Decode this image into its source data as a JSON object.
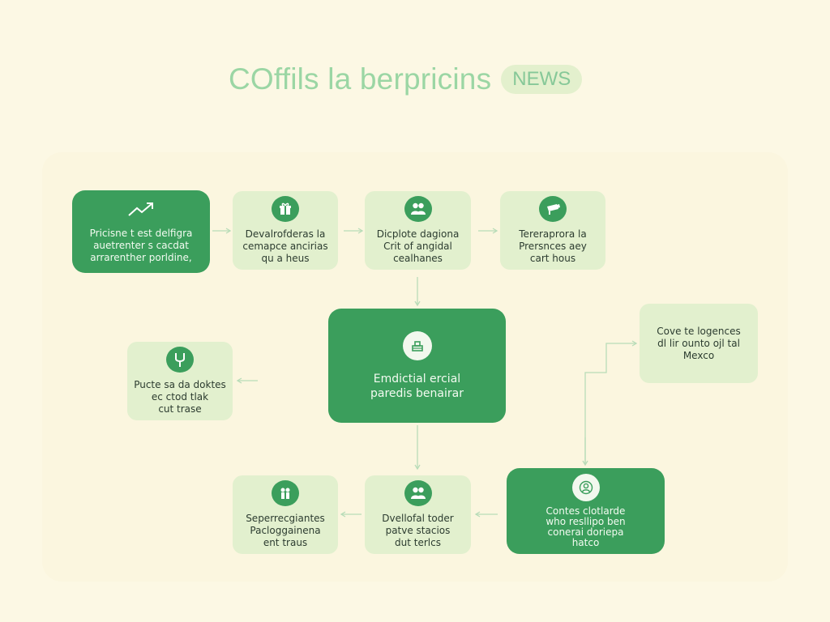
{
  "title": {
    "text": "COffils la berpricins",
    "badge": "NEWS"
  },
  "colors": {
    "dark_node": "#3b9e5c",
    "light_node": "#e2f0ce",
    "background": "#fcf8e4",
    "title": "#9bd6a4",
    "connector": "#b8dcb8"
  },
  "nodes": {
    "n1": {
      "icon": "trending-up-icon",
      "lines": [
        "Pricisne t est delfigra",
        "auetrenter s cacdat",
        "arrarenther porldine,"
      ]
    },
    "n2": {
      "icon": "gift-icon",
      "lines": [
        "Devalrofderas la",
        "cemapce ancirias",
        "qu a heus"
      ]
    },
    "n3": {
      "icon": "people-icon",
      "lines": [
        "Dicplote dagiona",
        "Crit of angidal",
        "cealhanes"
      ]
    },
    "n4": {
      "icon": "camera-icon",
      "lines": [
        "Tereraprora la",
        "Prersnces aey",
        "cart hous"
      ]
    },
    "n5": {
      "icon": "box-icon",
      "lines": [
        "Emdictial ercial",
        "paredis benairar"
      ]
    },
    "n6": {
      "icon": "tuning-fork-icon",
      "lines": [
        "Pucte sa da doktes",
        "ec ctod tlak",
        "cut trase"
      ]
    },
    "n7": {
      "lines": [
        "Cove te logences",
        "dl lir ounto ojl tal",
        "Mexco"
      ]
    },
    "n8": {
      "icon": "gift-people-icon",
      "lines": [
        "Seperrecgiantes",
        "Pacloggainena",
        "ent traus"
      ]
    },
    "n9": {
      "icon": "people-icon",
      "lines": [
        "Dvellofal toder",
        "patve stacios",
        "dut terlcs"
      ]
    },
    "n10": {
      "icon": "user-icon",
      "lines": [
        "Contes clotlarde",
        "who resllipo ben",
        "conerai doriepa",
        "hatco"
      ]
    }
  }
}
